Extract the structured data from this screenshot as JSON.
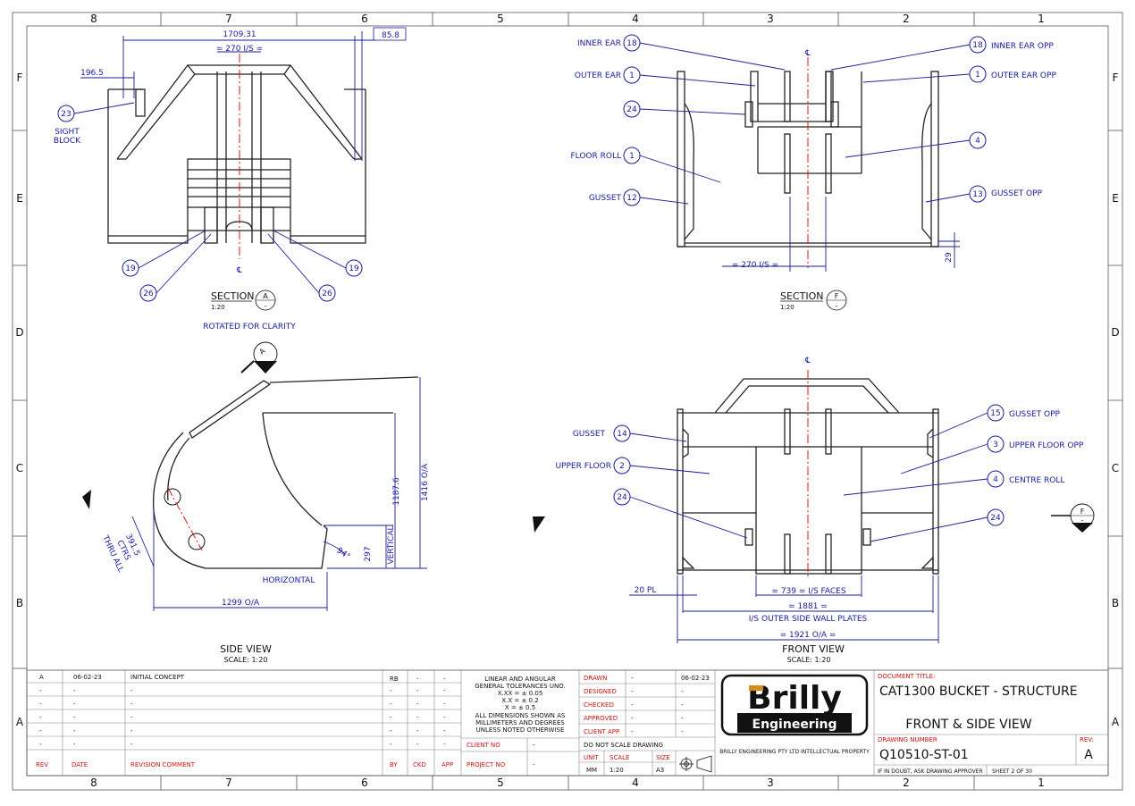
{
  "zone_columns": [
    "8",
    "7",
    "6",
    "5",
    "4",
    "3",
    "2",
    "1"
  ],
  "zone_rows": [
    "F",
    "E",
    "D",
    "C",
    "B",
    "A"
  ],
  "section_a": {
    "title": "SECTION",
    "scale": "1:20",
    "marker_letter": "A",
    "marker_sub": "-",
    "note": "ROTATED FOR CLARITY",
    "dims": {
      "overall": "1709.31",
      "right": "85.8",
      "left": "196.5",
      "is": "= 270 I/S ="
    },
    "callouts": [
      {
        "num": "23",
        "label": "SIGHT"
      },
      {
        "num": "19",
        "label": ""
      },
      {
        "num": "26",
        "label": ""
      }
    ],
    "sight_block_line2": "BLOCK",
    "cl": "℄"
  },
  "section_f": {
    "title": "SECTION",
    "scale": "1:20",
    "marker_letter": "F",
    "marker_sub": "-",
    "is": "= 270 I/S =",
    "dim_29": "29",
    "cl": "℄",
    "callouts_left": [
      {
        "num": "18",
        "label": "INNER EAR"
      },
      {
        "num": "1",
        "label": "OUTER EAR"
      },
      {
        "num": "24",
        "label": ""
      },
      {
        "num": "1",
        "label": "FLOOR ROLL"
      },
      {
        "num": "12",
        "label": "GUSSET"
      }
    ],
    "callouts_right": [
      {
        "num": "18",
        "label": "INNER EAR OPP"
      },
      {
        "num": "1",
        "label": "OUTER EAR OPP"
      },
      {
        "num": "4",
        "label": ""
      },
      {
        "num": "13",
        "label": "GUSSET OPP"
      }
    ]
  },
  "side_view": {
    "title": "SIDE VIEW",
    "scale": "SCALE: 1:20",
    "dims": {
      "height_oa": "1416 O/A",
      "height": "1187.6",
      "vertical": "297",
      "vertical_label": "VERTICAL",
      "angle": "94°",
      "width_oa": "1299 O/A",
      "horizontal": "HORIZONTAL",
      "ctrs": "391.5",
      "ctrs_label": "CTRS",
      "thru": "THRU ALL"
    },
    "marker_letter": "A",
    "marker_sub": "-"
  },
  "front_view": {
    "title": "FRONT VIEW",
    "scale": "SCALE: 1:20",
    "cl": "℄",
    "callouts_left": [
      {
        "num": "14",
        "label": "GUSSET"
      },
      {
        "num": "2",
        "label": "UPPER FLOOR"
      },
      {
        "num": "24",
        "label": ""
      }
    ],
    "callouts_right": [
      {
        "num": "15",
        "label": "GUSSET OPP"
      },
      {
        "num": "3",
        "label": "UPPER FLOOR OPP"
      },
      {
        "num": "4",
        "label": "CENTRE ROLL"
      },
      {
        "num": "24",
        "label": ""
      }
    ],
    "dims": {
      "pl": "20 PL",
      "faces": "= 739 = I/S FACES",
      "is1881": "= 1881 =",
      "is_label": "I/S OUTER SIDE WALL PLATES",
      "oa": "= 1921 O/A ="
    },
    "marker_letter": "F",
    "marker_sub": "-"
  },
  "title_block": {
    "revisions": [
      {
        "rev": "A",
        "date": "06-02-23",
        "comment": "INITIAL CONCEPT",
        "by": "RB",
        "ckd": "-",
        "app": "-"
      },
      {
        "rev": "-",
        "date": "-",
        "comment": "-",
        "by": "-",
        "ckd": "-",
        "app": "-"
      },
      {
        "rev": "-",
        "date": "-",
        "comment": "-",
        "by": "-",
        "ckd": "-",
        "app": "-"
      },
      {
        "rev": "-",
        "date": "-",
        "comment": "-",
        "by": "-",
        "ckd": "-",
        "app": "-"
      },
      {
        "rev": "-",
        "date": "-",
        "comment": "-",
        "by": "-",
        "ckd": "-",
        "app": "-"
      },
      {
        "rev": "-",
        "date": "-",
        "comment": "-",
        "by": "-",
        "ckd": "-",
        "app": "-"
      }
    ],
    "rev_headers": {
      "rev": "REV",
      "date": "DATE",
      "comment": "REVISION COMMENT",
      "by": "BY",
      "ckd": "CKD",
      "app": "APP"
    },
    "tolerances": [
      "LINEAR AND ANGULAR",
      "GENERAL TOLERANCES UNO.",
      "X.XX = ± 0.05",
      "X.X = ± 0.2",
      "X = ± 0.5",
      "ALL DIMENSIONS SHOWN AS",
      "MILLIMETERS AND DEGREES",
      "UNLESS NOTED OTHERWISE"
    ],
    "client_no_label": "CLIENT NO",
    "client_no": "-",
    "project_no_label": "PROJECT NO",
    "project_no": "-",
    "approvals": [
      {
        "label": "DRAWN",
        "name": "-",
        "date": "06-02-23"
      },
      {
        "label": "DESIGNED",
        "name": "-",
        "date": "-"
      },
      {
        "label": "CHECKED",
        "name": "-",
        "date": "-"
      },
      {
        "label": "APPROVED",
        "name": "-",
        "date": "-"
      },
      {
        "label": "CLIENT APP",
        "name": "-",
        "date": "-"
      }
    ],
    "do_not_scale": "DO NOT SCALE DRAWING",
    "unit_label": "UNIT",
    "unit": "MM",
    "scale_label": "SCALE",
    "scale": "1:20",
    "size_label": "SIZE",
    "size": "A3",
    "logo_top": "Brilly",
    "logo_bottom": "Engineering",
    "ip_text": "BRILLY ENGINEERING PTY LTD INTELLECTUAL PROPERTY",
    "doc_title_label": "DOCUMENT TITLE:",
    "doc_title_1": "CAT1300 BUCKET - STRUCTURE",
    "doc_title_2": "FRONT & SIDE VIEW",
    "drawing_number_label": "DRAWING NUMBER",
    "drawing_number": "Q10510-ST-01",
    "rev_label": "REV:",
    "rev": "A",
    "doubt": "IF IN DOUBT, ASK DRAWING APPROVER",
    "sheet": "SHEET 2 OF 30"
  },
  "colors": {
    "dimension": "#1a1aa0",
    "centerline": "#e01010",
    "label_red": "#d01010",
    "geometry": "#222222"
  }
}
